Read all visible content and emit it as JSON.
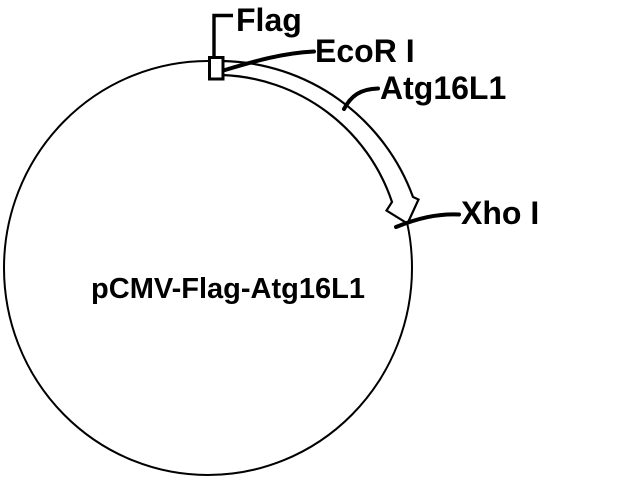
{
  "figure": {
    "plasmid_name": "pCMV-Flag-Atg16L1",
    "labels": {
      "flag": "Flag",
      "ecori": "EcoR I",
      "atg16l1": "Atg16L1",
      "xhoi": "Xho I"
    },
    "colors": {
      "ink": "#000000",
      "background": "#ffffff"
    }
  }
}
